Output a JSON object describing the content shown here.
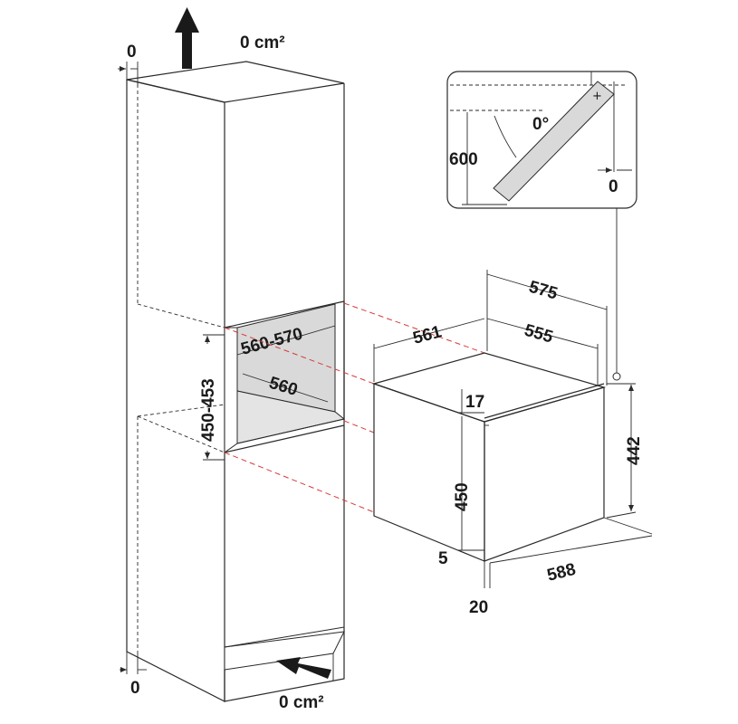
{
  "ventilation": {
    "top_gap": "0",
    "top_area": "0 cm²",
    "bottom_gap": "0",
    "bottom_area": "0 cm²"
  },
  "niche": {
    "height_range": "450-453",
    "width_range": "560-570",
    "depth": "560"
  },
  "appliance": {
    "depth_top": "575",
    "width_total": "561",
    "width_inner": "555",
    "panel_top": "17",
    "panel_height": "450",
    "panel_bottom": "5",
    "panel_offset": "20",
    "height_total": "442",
    "depth_total": "588"
  },
  "door_detail": {
    "height": "600",
    "angle": "0°",
    "offset": "0"
  }
}
